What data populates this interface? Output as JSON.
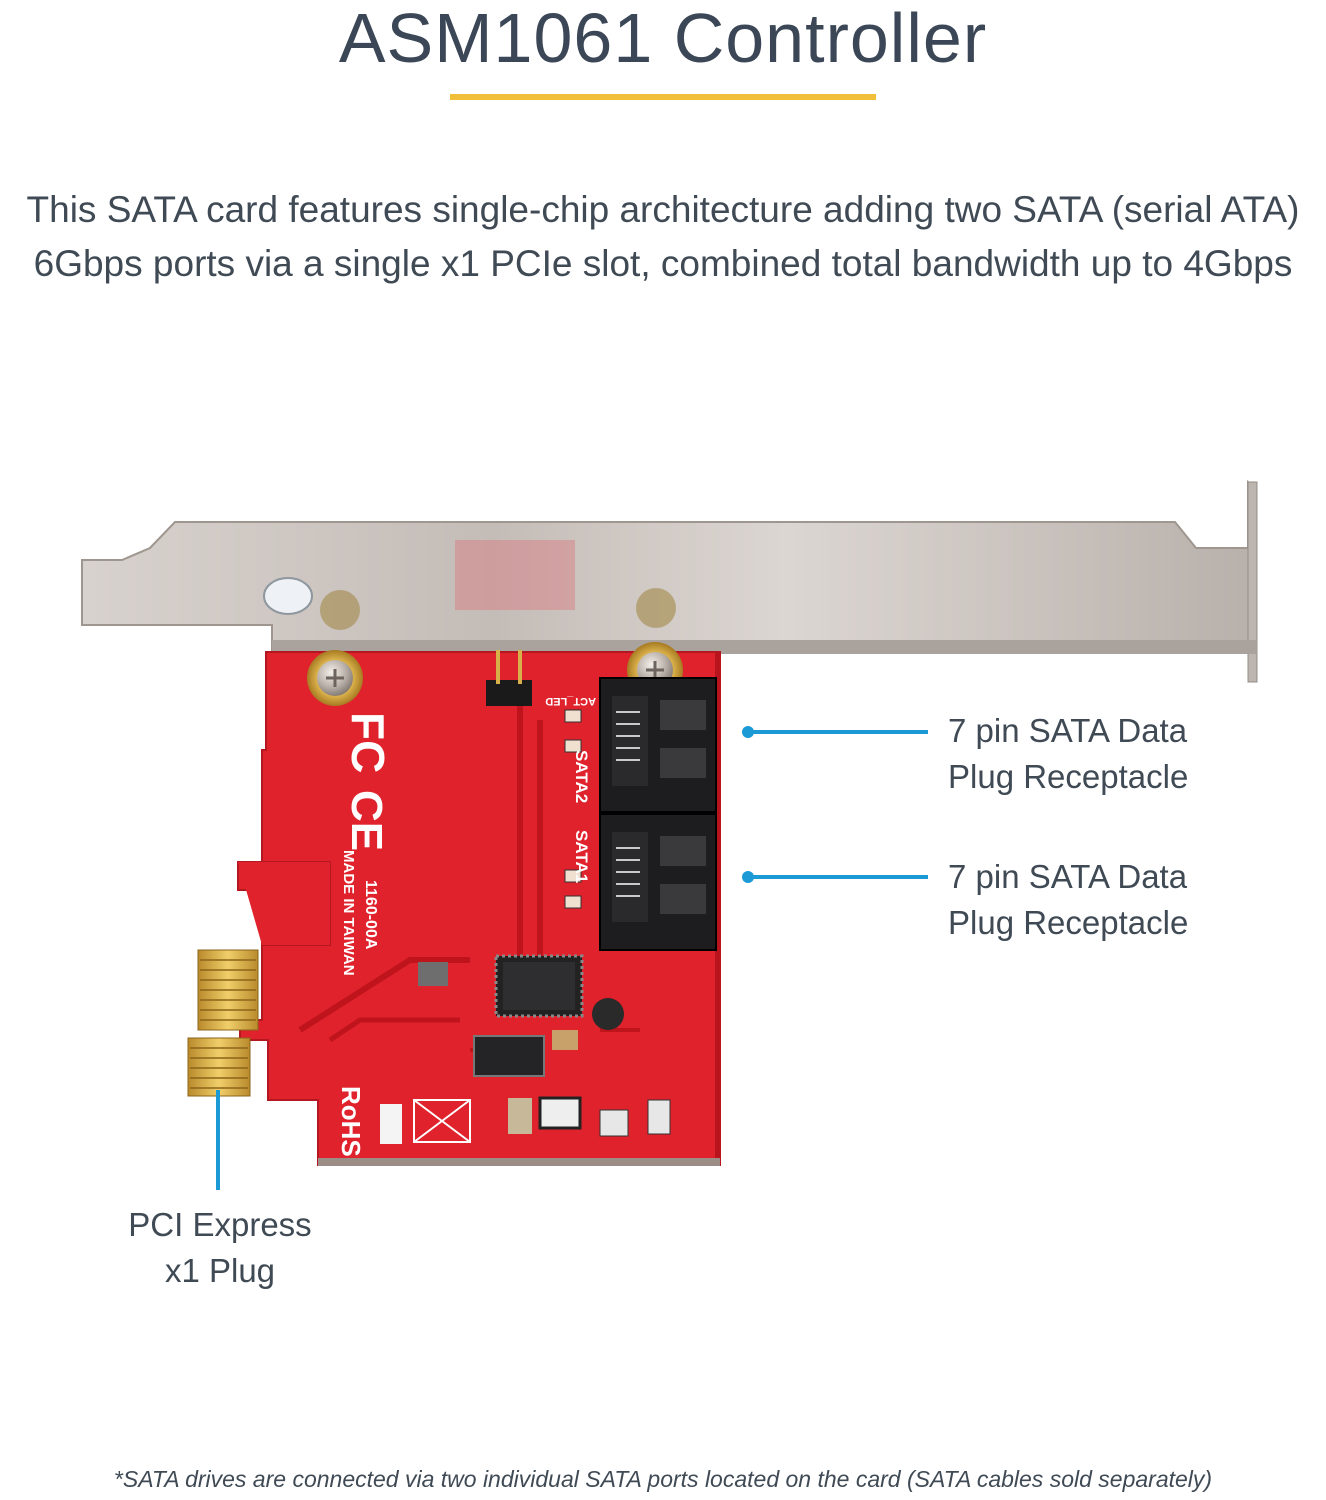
{
  "header": {
    "title": "ASM1061 Controller"
  },
  "description": {
    "line1": "This SATA card features single-chip architecture adding two SATA (serial ATA)",
    "line2": "6Gbps ports via a single x1 PCIe slot, combined total bandwidth up to 4Gbps"
  },
  "board_markings": {
    "port_1": "SATA2",
    "port_2": "SATA1",
    "led_header": "ACT_LED",
    "made_in": "MADE IN TAIWAN",
    "model": "1160-00A",
    "rohs": "RoHS"
  },
  "callouts": {
    "sata_port_upper": {
      "line1": "7 pin SATA Data",
      "line2": "Plug Receptacle"
    },
    "sata_port_lower": {
      "line1": "7 pin SATA Data",
      "line2": "Plug Receptacle"
    },
    "pcie_plug": {
      "line1": "PCI Express",
      "line2": "x1 Plug"
    }
  },
  "footnote": {
    "text": "*SATA drives are connected via two individual SATA ports located on the card (SATA cables sold separately)"
  },
  "colors": {
    "title_rule": "#f1bf3a",
    "callout_accent": "#1c9ad6",
    "pcb_red": "#e0222c",
    "bracket_silver": "#c9c2bd"
  }
}
